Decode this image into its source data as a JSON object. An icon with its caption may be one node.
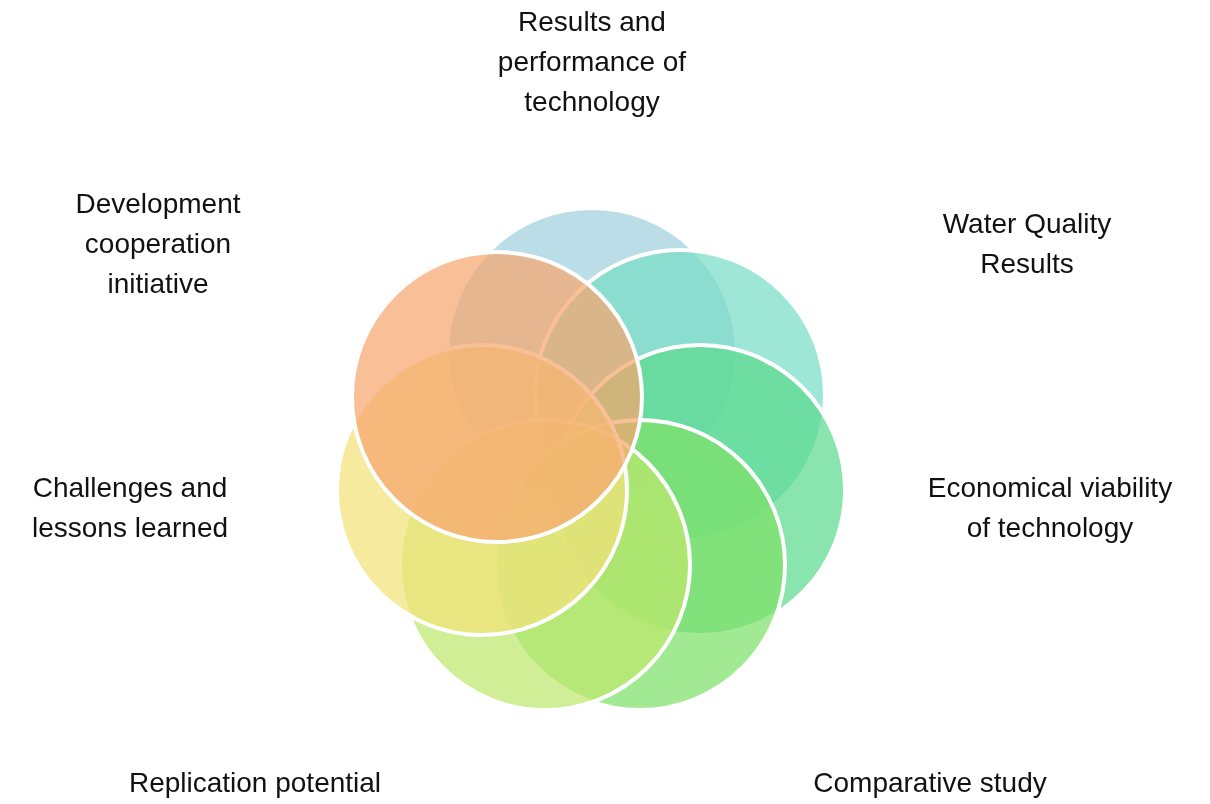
{
  "diagram": {
    "nodes": [
      {
        "text": [],
        "shape": "circle"
      },
      {
        "text": [],
        "shape": "circle"
      },
      {
        "text": [],
        "shape": "circle"
      },
      {
        "text": [],
        "shape": "circle"
      },
      {
        "text": [],
        "shape": "circle"
      },
      {
        "text": [],
        "shape": "circle"
      },
      {
        "text": [],
        "shape": "circle"
      }
    ],
    "edges": [],
    "labels": [
      "Results and performance of technology",
      "Development cooperation initiative",
      "Water Quality Results",
      "Challenges and lessons learned",
      "Economical viability of technology",
      "Replication potential",
      "Comparative study"
    ]
  }
}
